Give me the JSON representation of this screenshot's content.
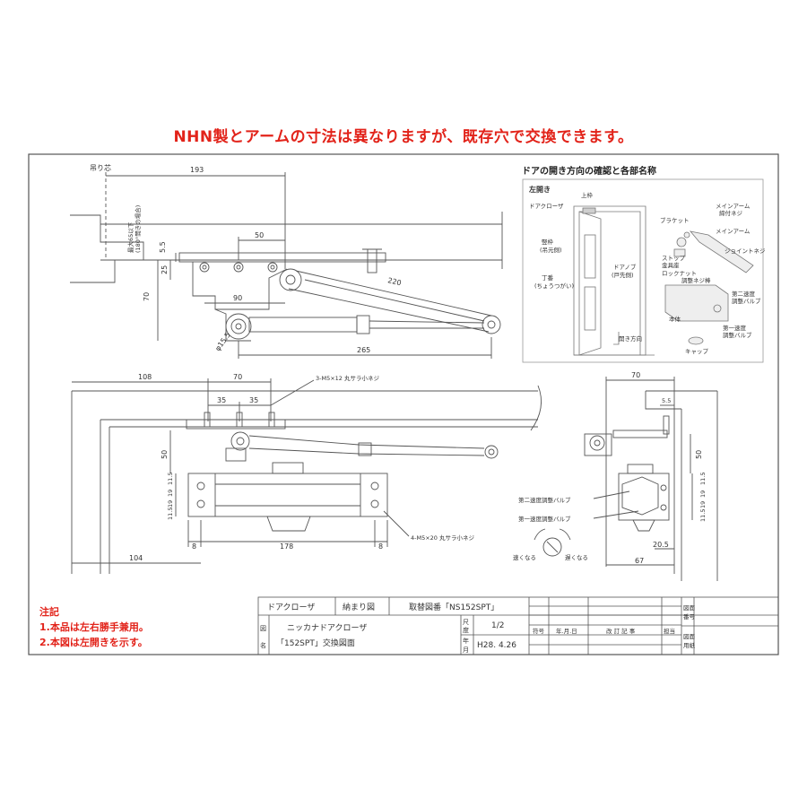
{
  "headline": "NHN製とアームの寸法は異なりますが、既存穴で交換できます。",
  "accent_color": "#e2231a",
  "line_color": "#555555",
  "notes": {
    "title": "注記",
    "item1": "1.本品は左右勝手兼用。",
    "item2": "2.本図は左開きを示す。"
  },
  "top_view": {
    "pivot_label": "吊り芯",
    "dim_193": "193",
    "dim_50": "50",
    "dim_5_5": "5.5",
    "dim_25": "25",
    "dim_70": "70",
    "dim_90": "90",
    "dim_220": "220",
    "dim_265": "265",
    "dim_phi": "φ15.5",
    "vertical_note_a": "最大65以下",
    "vertical_note_b": "(180°開きの場合)"
  },
  "front_view": {
    "dim_108": "108",
    "dim_70": "70",
    "dim_35a": "35",
    "dim_35b": "35",
    "screw_top": "3-M5×12 丸サラ小ネジ",
    "dim_50": "50",
    "dim_11_5a": "11.5",
    "dim_19a": "19",
    "dim_19b": "19",
    "dim_11_5b": "11.5",
    "dim_8a": "8",
    "dim_178": "178",
    "dim_8b": "8",
    "screw_body": "4-M5×20 丸サラ小ネジ",
    "dim_104": "104"
  },
  "side_view": {
    "dim_70": "70",
    "dim_5_5": "5.5",
    "dim_50": "50",
    "dim_11_5a": "11.5",
    "dim_19a": "19",
    "dim_19b": "19",
    "dim_11_5b": "11.5",
    "dim_20_5": "20.5",
    "dim_67": "67",
    "valve2": "第二速度調整バルブ",
    "valve1": "第一速度調整バルブ",
    "fast": "速くなる",
    "slow": "遅くなる"
  },
  "inset": {
    "title": "ドアの開き方向の確認と各部名称",
    "left_open": "左開き",
    "top_frame": "上枠",
    "door_closer": "ドアクローザ",
    "vertical_frame": "竪枠",
    "vertical_frame_sub": "(吊元側)",
    "door_knob": "ドアノブ",
    "door_knob_sub": "(戸先側)",
    "hinge": "丁番",
    "hinge_sub": "(ちょうつがい)",
    "open_dir": "開き方向",
    "main_arm_screw": "メインアーム",
    "main_arm_screw_sub": "締付ネジ",
    "bracket": "ブラケット",
    "main_arm": "メインアーム",
    "joint_screw": "ジョイントネジ",
    "stop_fitting": "ストップ",
    "stop_fitting_sub": "金具座",
    "lock_nut": "ロックナット",
    "adjust_rod": "調整ネジ棒",
    "body": "本体",
    "valve2": "第二速度",
    "valve2_sub": "調整バルブ",
    "valve1": "第一速度",
    "valve1_sub": "調整バルブ",
    "cap": "キャップ"
  },
  "title_block": {
    "item": "ドアクローザ",
    "kind": "納まり図",
    "ref": "取替図番「NS152SPT」",
    "fig_label_a": "図",
    "fig_label_b": "名",
    "name_line1": "ニッカナドアクローザ",
    "name_line2": "「152SPT」交換図面",
    "scale_label_a": "尺",
    "scale_label_b": "度",
    "scale": "1/2",
    "date_label_a": "年",
    "date_label_b": "月",
    "date": "H28. 4.26",
    "rev_no": "符号",
    "rev_date": "年.月.日",
    "rev_note": "改 訂 記 事",
    "rev_person": "担当",
    "drawing_no_a": "図面",
    "drawing_no_b": "番号",
    "paper_a": "図面",
    "paper_b": "用紙"
  }
}
